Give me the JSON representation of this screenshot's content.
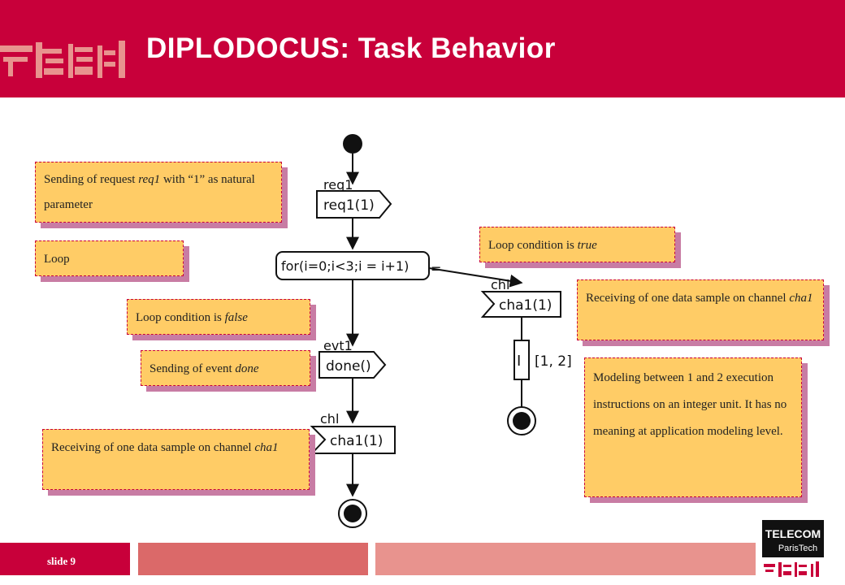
{
  "header": {
    "title": "DIPLODOCUS: Task Behavior"
  },
  "diagram": {
    "labels": {
      "req_channel": "req1",
      "req_action": "req1(1)",
      "loop": "for(i=0;i<3;i = i+1)",
      "evt_channel": "evt1",
      "evt_action": "done()",
      "chl_left": "chl",
      "chl_left_action": "cha1(1)",
      "chl_right": "chl",
      "chl_right_action": "cha1(1)",
      "exec_symbol": "I",
      "exec_range": "[1, 2]",
      "eq_mark": "="
    }
  },
  "notes": {
    "req": {
      "text": "Sending of request ",
      "italic": "req1",
      "text2": " with “1” as natural parameter"
    },
    "loop": {
      "text": "Loop"
    },
    "false": {
      "text": "Loop condition is ",
      "italic": "false"
    },
    "event": {
      "text": "Sending of event ",
      "italic": "done"
    },
    "recv_left": {
      "text": "Receiving of one data sample on channel ",
      "italic": "cha1"
    },
    "true": {
      "text": "Loop condition is ",
      "italic": "true"
    },
    "recv_right": {
      "text": "Receiving of one data sample on channel ",
      "italic": "cha1"
    },
    "modeling": {
      "text": "Modeling between 1 and 2 execution instructions on an integer unit. It has no meaning at application modeling level."
    }
  },
  "footer": {
    "slide_label": "slide 9",
    "logo_line1": "TELECOM",
    "logo_line2": "ParisTech"
  },
  "colors": {
    "brand_red": "#c8003a",
    "note_fill": "#ffcc66",
    "note_shadow": "#c87ca4",
    "footer_mid": "#db6969",
    "footer_light": "#e8938e"
  }
}
